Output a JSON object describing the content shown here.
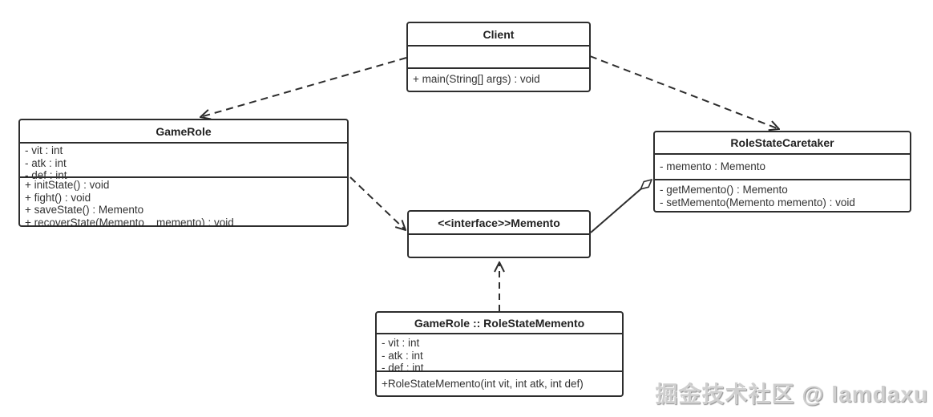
{
  "classes": [
    {
      "name": "Client",
      "attributes": [],
      "methods": [
        "+ main(String[] args) : void"
      ]
    },
    {
      "name": "GameRole",
      "attributes": [
        "- vit : int",
        "- atk : int",
        "- def : int"
      ],
      "methods": [
        "+ initState() : void",
        "+ fight() : void",
        "+ saveState() : Memento",
        "+ recoverState(Memento    memento) : void"
      ]
    },
    {
      "name": "RoleStateCaretaker",
      "attributes": [
        "- memento : Memento"
      ],
      "methods": [
        "- getMemento() : Memento",
        "- setMemento(Memento memento) : void"
      ]
    },
    {
      "name": "<<interface>>Memento",
      "attributes": [],
      "methods": []
    },
    {
      "name": "GameRole :: RoleStateMemento",
      "attributes": [
        "- vit : int",
        "- atk : int",
        "- def : int"
      ],
      "methods": [
        "+RoleStateMemento(int vit, int atk, int def)"
      ]
    }
  ],
  "relationships": [
    {
      "from": "Client",
      "to": "GameRole",
      "type": "dependency",
      "line": "dashed",
      "head": "open-arrow"
    },
    {
      "from": "Client",
      "to": "RoleStateCaretaker",
      "type": "dependency",
      "line": "dashed",
      "head": "open-arrow"
    },
    {
      "from": "GameRole",
      "to": "Memento",
      "type": "dependency",
      "line": "dashed",
      "head": "open-arrow"
    },
    {
      "from": "RoleStateCaretaker",
      "to": "Memento",
      "type": "aggregation",
      "line": "solid",
      "head": "hollow-diamond"
    },
    {
      "from": "GameRole :: RoleStateMemento",
      "to": "Memento",
      "type": "realization",
      "line": "dashed",
      "head": "open-arrow"
    }
  ],
  "watermark": "掘金技术社区 @ lamdaxu",
  "colors": {
    "line": "#2d2d2d",
    "background": "#ffffff",
    "watermark": "#cfcfcf"
  }
}
